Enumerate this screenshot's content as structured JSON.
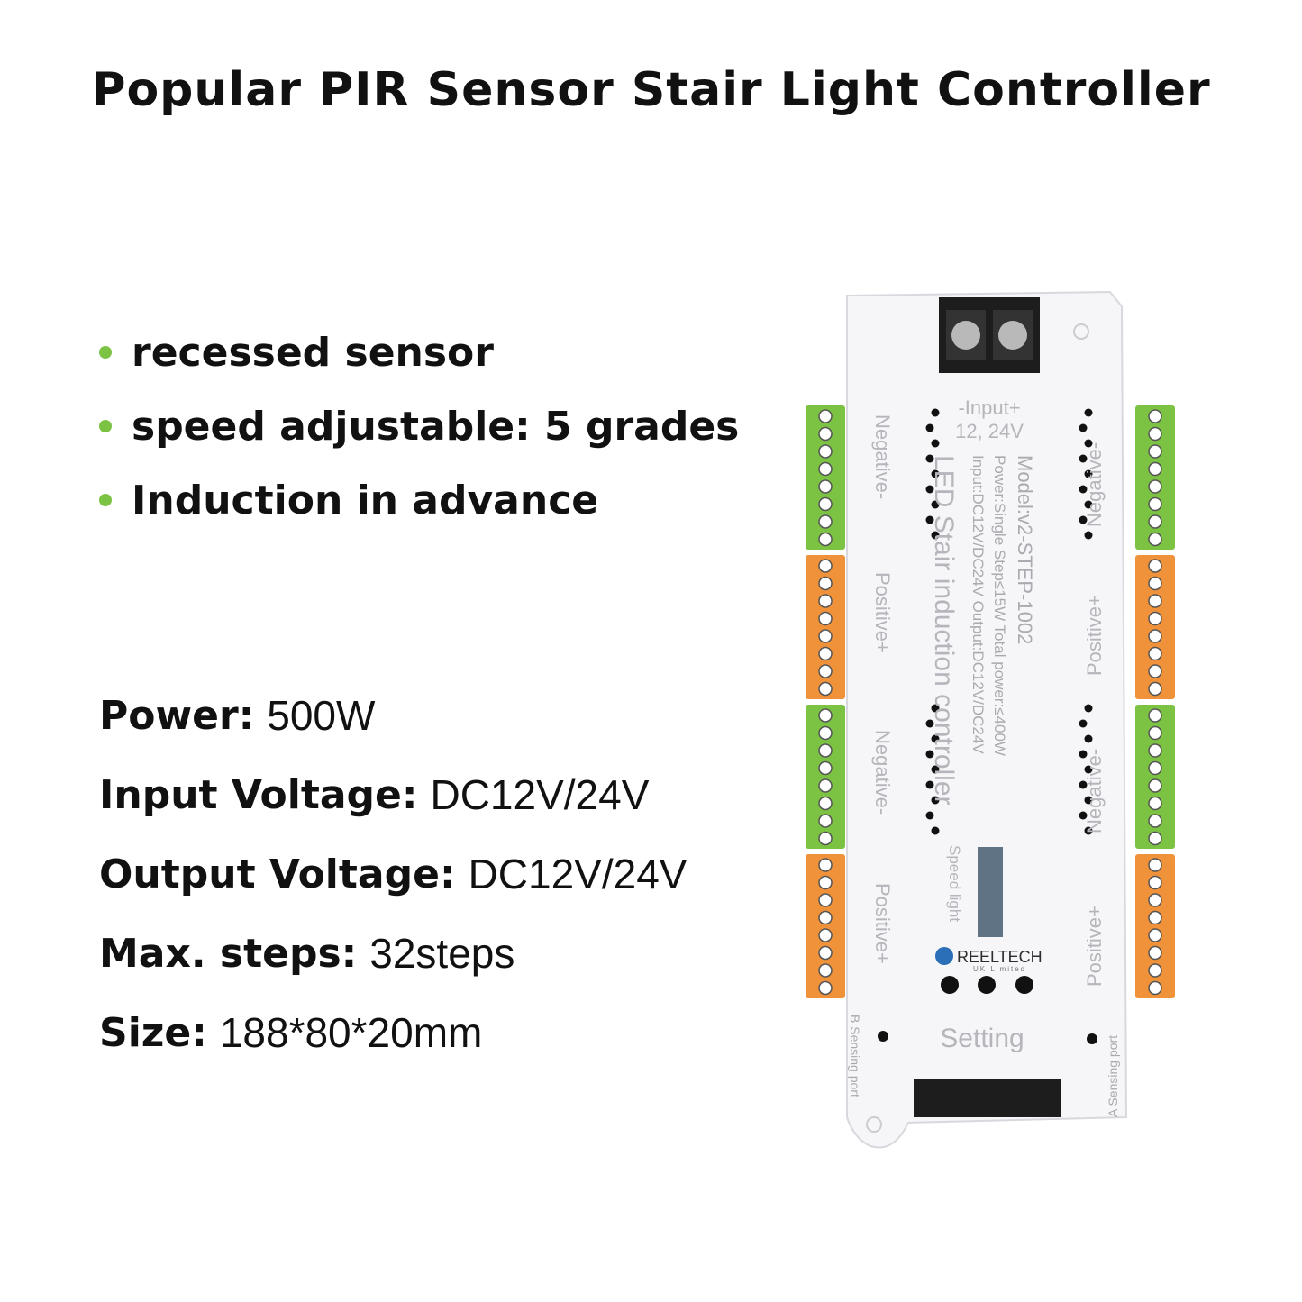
{
  "title": "Popular PIR Sensor Stair Light Controller",
  "features": [
    "recessed sensor",
    "speed adjustable: 5 grades",
    "Induction in advance"
  ],
  "specs": [
    {
      "label": "Power:",
      "value": "500W"
    },
    {
      "label": "Input Voltage:",
      "value": "DC12V/24V"
    },
    {
      "label": "Output Voltage:",
      "value": "DC12V/24V"
    },
    {
      "label": "Max. steps:",
      "value": "32steps"
    },
    {
      "label": "Size:",
      "value": "188*80*20mm"
    }
  ],
  "device": {
    "input_label": "-Input+",
    "input_voltage": "12, 24V",
    "model": "Model:v2-STEP-1002",
    "power_line": "Power:Single Step≤15W Total power:≤400W",
    "io_line": "Input:DC12V/DC24V Output:DC12V/DC24V",
    "product_name": "LED Stair induction controller",
    "negative": "Negative-",
    "positive": "Positive+",
    "speed_light": "Speed light",
    "brand": "REELTECH",
    "brand_sub": "UK Limited",
    "setting": "Setting",
    "b_port": "B Sensing port",
    "a_port": "A Sensing port"
  },
  "colors": {
    "green_terminal": "#7cc243",
    "orange_terminal": "#f0923a",
    "bullet": "#7cc243",
    "case": "#f7f7f9"
  }
}
